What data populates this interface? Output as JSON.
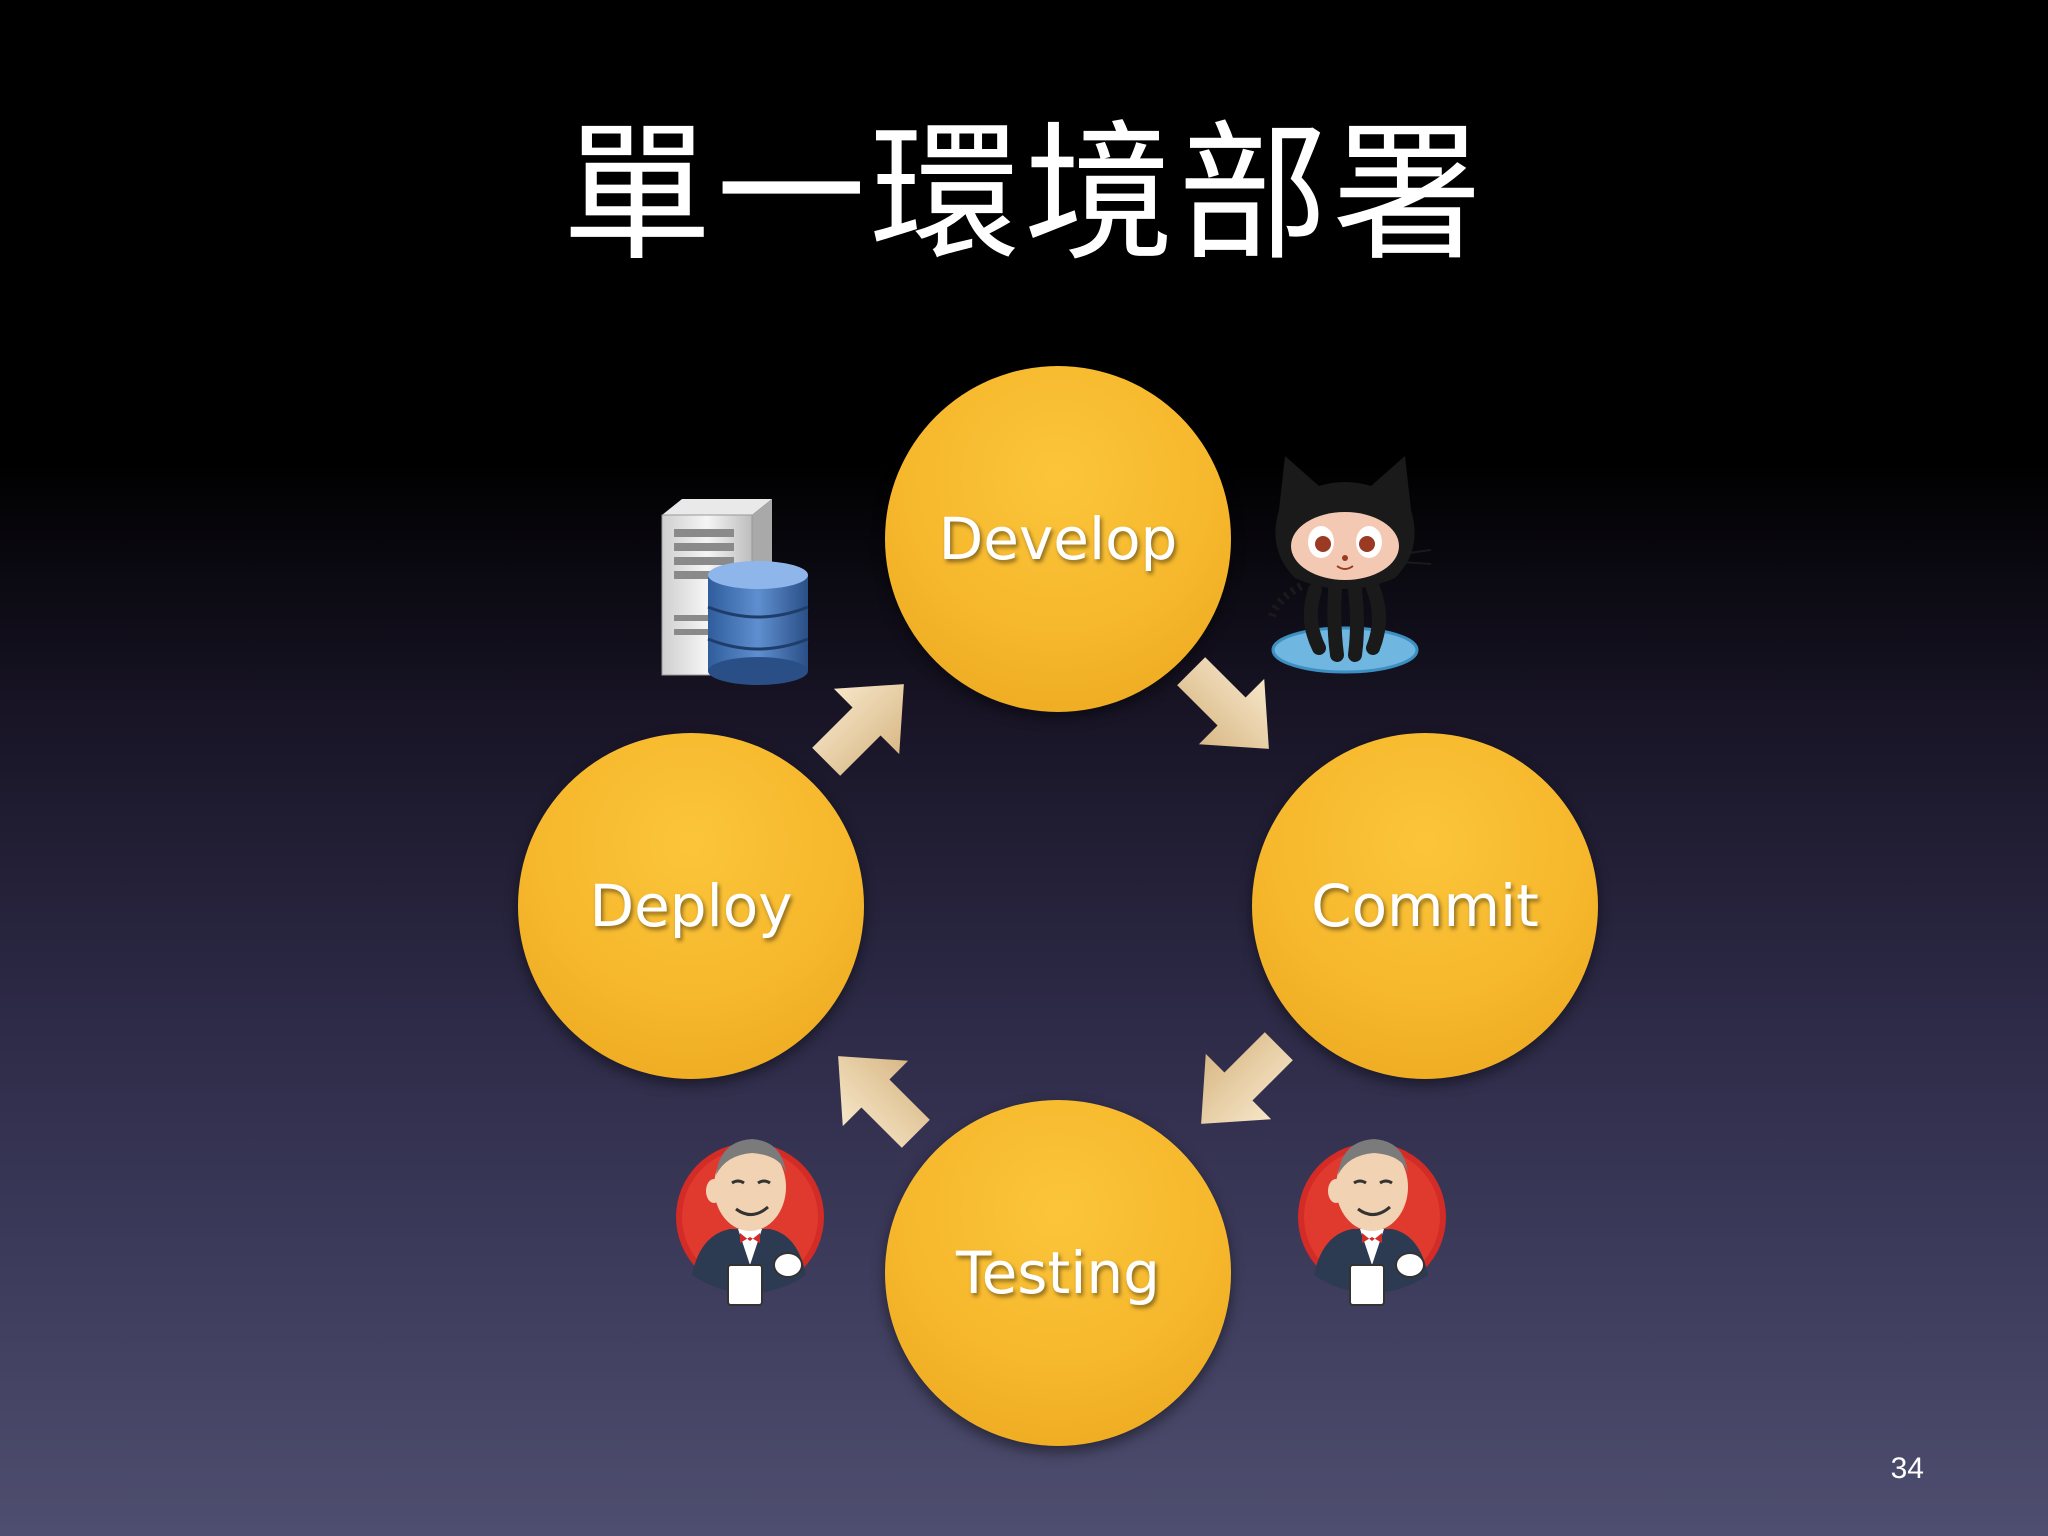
{
  "title": "單一環境部署",
  "page_number": "34",
  "cycle": {
    "nodes": [
      {
        "id": "develop",
        "label": "Develop"
      },
      {
        "id": "commit",
        "label": "Commit"
      },
      {
        "id": "testing",
        "label": "Testing"
      },
      {
        "id": "deploy",
        "label": "Deploy"
      }
    ],
    "arrows": [
      "develop-to-commit",
      "commit-to-testing",
      "testing-to-deploy",
      "deploy-to-develop"
    ]
  },
  "icons": {
    "develop_side": "server-database-icon",
    "commit_side": "octocat-icon",
    "testing_side": "jenkins-butler-icon",
    "deploy_side": "jenkins-butler-icon"
  },
  "colors": {
    "node_fill": "#f6b72c",
    "arrow_fill": "#e8cfa6",
    "label_color": "#ffffff"
  }
}
